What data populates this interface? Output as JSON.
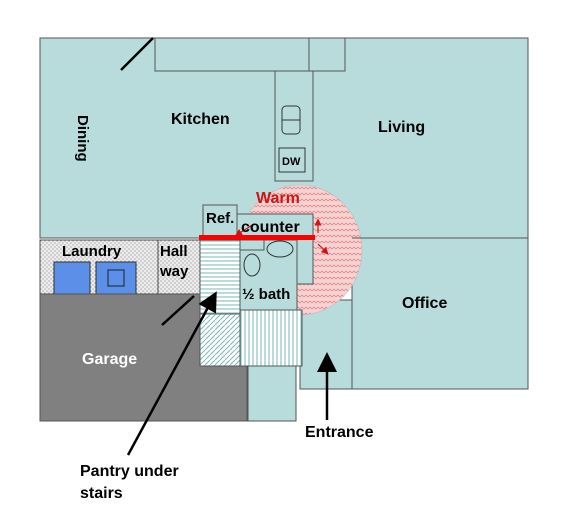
{
  "colors": {
    "room_fill": "#b8dcdc",
    "wall": "#555555",
    "garage": "#808080",
    "laundry_bg": "#e8e8e8",
    "appliance": "#5b8fe8",
    "warm_zone": "#f3c7c7",
    "warm_text": "#d01414",
    "counter_bar": "#ff0000",
    "white_text": "#ffffff",
    "black_text": "#000000"
  },
  "rooms": {
    "dining": "Dining",
    "kitchen": "Kitchen",
    "living": "Living",
    "office": "Office",
    "laundry": "Laundry",
    "hallway_line1": "Hall",
    "hallway_line2": "way",
    "garage": "Garage",
    "half_bath": "½ bath",
    "ref": "Ref."
  },
  "fixtures": {
    "dishwasher": "DW"
  },
  "annotations": {
    "warm_line1": "Warm",
    "warm_line2": "counter",
    "entrance": "Entrance",
    "pantry_line1": "Pantry under",
    "pantry_line2": "stairs"
  },
  "icons": [
    "sink-icon",
    "toilet-icon",
    "washer-icon",
    "dryer-icon",
    "arrow-icon"
  ]
}
